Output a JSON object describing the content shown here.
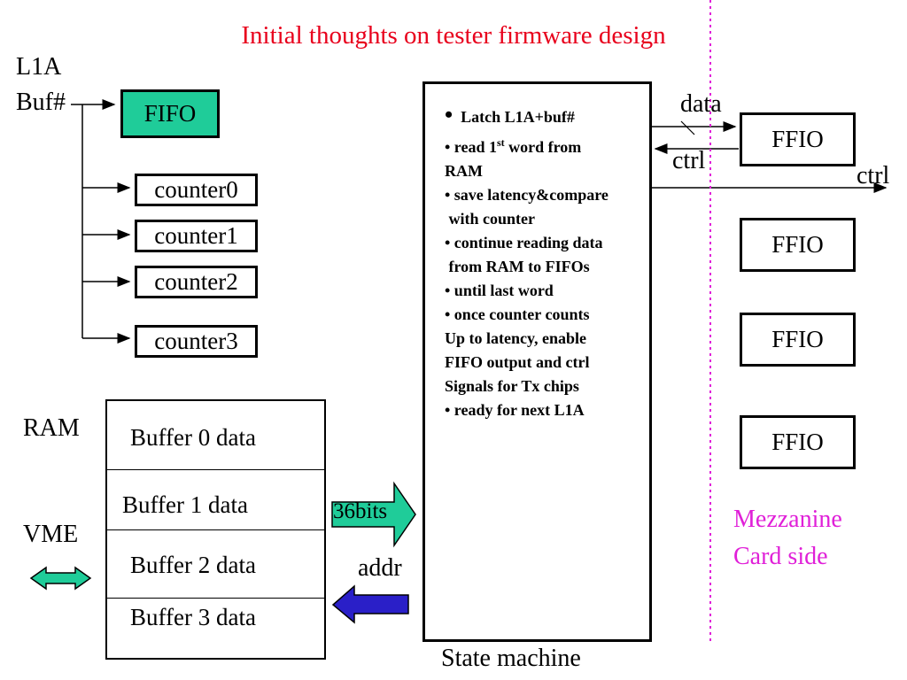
{
  "title": "Initial thoughts on tester firmware design",
  "input_label": {
    "line1": "L1A",
    "line2": "Buf#"
  },
  "fifo_label": "FIFO",
  "counters": [
    "counter0",
    "counter1",
    "counter2",
    "counter3"
  ],
  "state_machine": {
    "lines": [
      "Latch L1A+buf#",
      "• read 1st word from",
      "RAM",
      "• save latency&compare",
      " with counter",
      "• continue reading data",
      " from RAM to FIFOs",
      "• until last word",
      "• once counter counts",
      "Up to latency, enable",
      "FIFO output and ctrl",
      "Signals for Tx chips",
      "• ready for next L1A"
    ],
    "bullet": "•",
    "read_pre": "• read 1",
    "read_sup": "st",
    "read_post": " word from",
    "caption": "State machine"
  },
  "ram": {
    "label": "RAM",
    "buffers": [
      "Buffer 0 data",
      "Buffer 1 data",
      "Buffer 2 data",
      "Buffer 3 data"
    ]
  },
  "vme_label": "VME",
  "bus_label": "36bits",
  "addr_label": "addr",
  "signals": {
    "data": "data",
    "ctrl_in": "ctrl",
    "ctrl_out": "ctrl"
  },
  "ffio": [
    "FFIO",
    "FFIO",
    "FFIO",
    "FFIO"
  ],
  "mezzanine": {
    "line1": "Mezzanine",
    "line2": "Card side"
  },
  "colors": {
    "title": "#e8001c",
    "fifo_fill": "#1fcc99",
    "bus_arrow": "#1fcc99",
    "addr_arrow": "#2a1fc8",
    "mezzanine": "#e020d8"
  }
}
